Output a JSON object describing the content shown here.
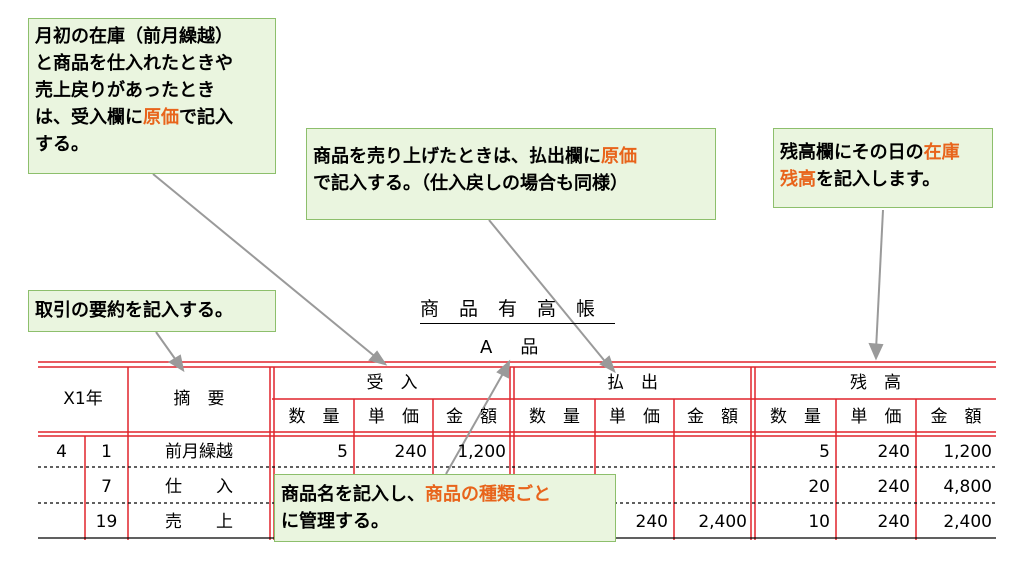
{
  "callouts": {
    "opening": {
      "line1": "月初の在庫（前月繰越）",
      "line2": "と商品を仕入れたときや",
      "line3": "売上戻りがあったとき",
      "line4a": "は、受入欄に",
      "line4b": "原価",
      "line4c": "で記入",
      "line5": "する。"
    },
    "sales": {
      "line1a": "商品を売り上げたときは、払出欄に",
      "line1b": "原価",
      "line2": "で記入する。（仕入戻しの場合も同様）"
    },
    "balance": {
      "line1a": "残高欄にその日の",
      "line1b": "在庫",
      "line2a": "残高",
      "line2b": "を記入します。"
    },
    "summary": {
      "line1": "取引の要約を記入する。"
    },
    "item": {
      "line1a": "商品名を記入し、",
      "line1b": "商品の種類ごと",
      "line2": "に管理する。"
    }
  },
  "ledger": {
    "title": "商品有高帳",
    "item_name": "A品",
    "headers": {
      "year": "X1年",
      "summary": "摘　要",
      "receipts": "受　入",
      "payments": "払　出",
      "balance": "残　高",
      "qty": "数　量",
      "unit_price": "単　価",
      "amount": "金　額"
    },
    "rows": [
      {
        "month": "4",
        "day": "1",
        "summary": "前月繰越",
        "in_qty": "5",
        "in_price": "240",
        "in_amount": "1,200",
        "out_qty": "",
        "out_price": "",
        "out_amount": "",
        "bal_qty": "5",
        "bal_price": "240",
        "bal_amount": "1,200"
      },
      {
        "month": "",
        "day": "7",
        "summary": "仕　　入",
        "in_qty": "",
        "in_price": "",
        "in_amount": "",
        "out_qty": "",
        "out_price": "",
        "out_amount": "",
        "bal_qty": "20",
        "bal_price": "240",
        "bal_amount": "4,800"
      },
      {
        "month": "",
        "day": "19",
        "summary": "売　　上",
        "in_qty": "",
        "in_price": "",
        "in_amount": "",
        "out_qty": "",
        "out_price": "240",
        "out_amount": "2,400",
        "bal_qty": "10",
        "bal_price": "240",
        "bal_amount": "2,400"
      }
    ]
  },
  "colors": {
    "highlight": "#e8641b",
    "callout_bg": "#eaf5df",
    "rule": "#e0242b"
  }
}
